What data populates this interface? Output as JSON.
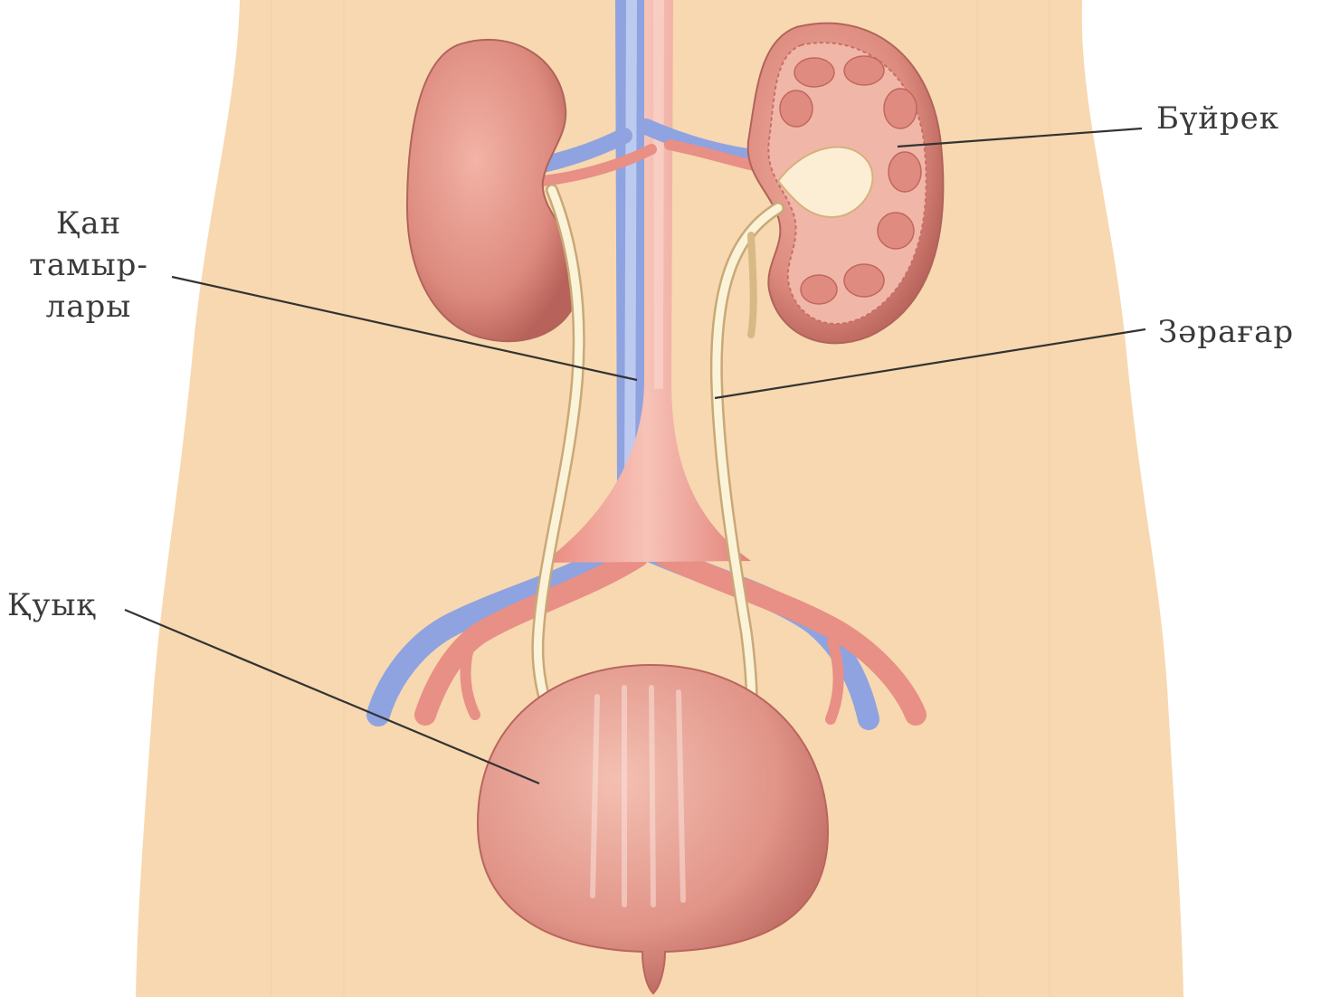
{
  "labels": {
    "kidney": "Бүйрек",
    "blood_vessels": [
      "Қан",
      "тамыр-",
      "лары"
    ],
    "ureter": "Зәрағар",
    "bladder": "Қуық"
  },
  "colors": {
    "skin": "#f7d8b0",
    "organ": "#e49a8e",
    "artery": "#e88f86",
    "vein": "#8ea3e0",
    "ureter": "#fbf3d8",
    "leader": "#333333"
  }
}
